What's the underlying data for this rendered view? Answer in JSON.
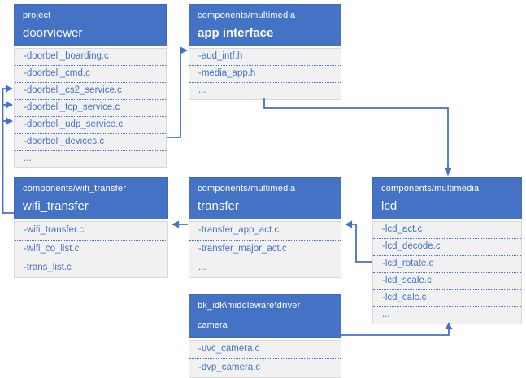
{
  "diagram": {
    "colors": {
      "header_fill": "#4472C4",
      "item_text": "#4472C4",
      "body_fill": "#F1F1F1",
      "body_border": "#D8D8D8",
      "connector": "#4472C4"
    },
    "boxes": [
      {
        "path": "project",
        "title": "doorviewer",
        "items": [
          "-doorbell_boarding.c",
          "-doorbell_cmd.c",
          "-doorbell_cs2_service.c",
          "-doorbell_tcp_service.c",
          "-doorbell_udp_service.c",
          "-doorbell_devices.c",
          "..."
        ]
      },
      {
        "path": "components/multimedia",
        "title": "app interface",
        "items": [
          "-aud_intf.h",
          "-media_app.h",
          "..."
        ]
      },
      {
        "path": "components/wifi_transfer",
        "title": "wifi_transfer",
        "items": [
          "-wifi_transfer.c",
          "-wifi_co_list.c",
          "-trans_list.c"
        ]
      },
      {
        "path": "components/multimedia",
        "title": "transfer",
        "items": [
          "-transfer_app_act.c",
          "-transfer_major_act.c",
          "..."
        ]
      },
      {
        "path": "components/multimedia",
        "title": "lcd",
        "items": [
          "-lcd_act.c",
          "-lcd_decode.c",
          "-lcd_rotate.c",
          "-lcd_scale.c",
          "-lcd_calc.c",
          "..."
        ]
      },
      {
        "path": "bk_idk\\middleware\\driver",
        "title": "camera",
        "items": [
          "-uvc_camera.c",
          "-dvp_camera.c"
        ]
      }
    ]
  }
}
